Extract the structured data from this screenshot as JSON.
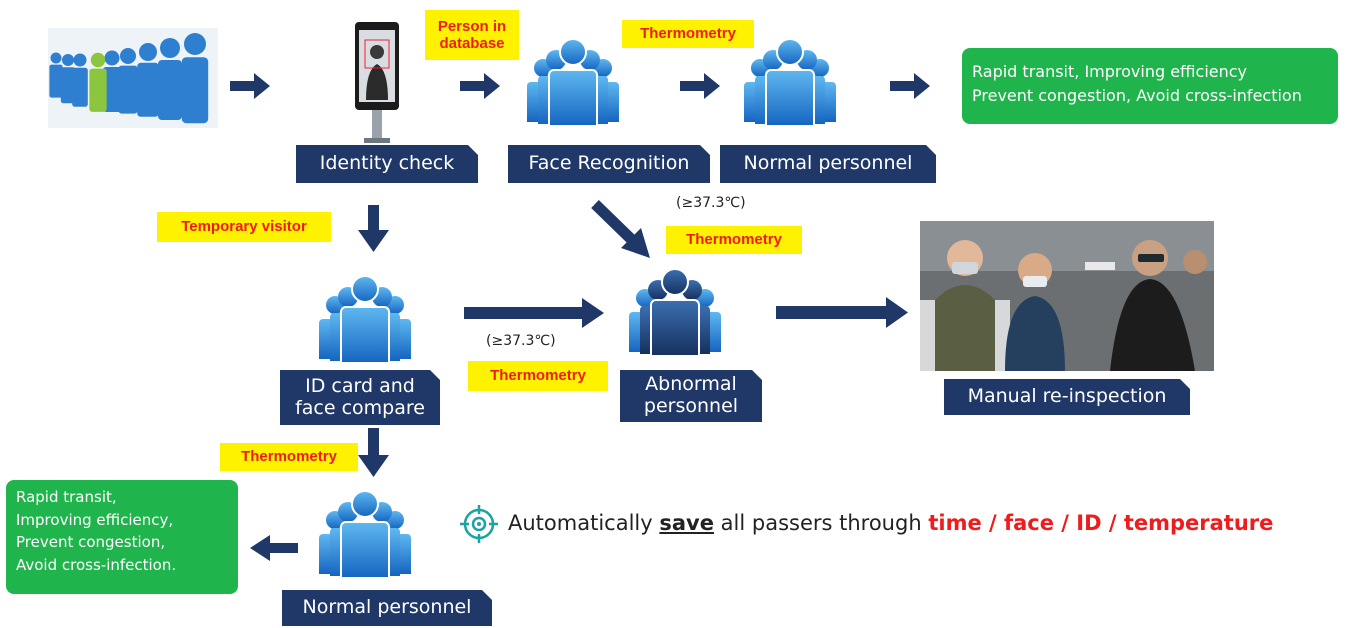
{
  "boxes": {
    "identity_check": "Identity check",
    "face_recognition": "Face Recognition",
    "normal_personnel_top": "Normal personnel",
    "id_card_line1": "ID card and",
    "id_card_line2": "face compare",
    "abnormal_line1": "Abnormal",
    "abnormal_line2": "personnel",
    "manual_reinspection": "Manual re-inspection",
    "normal_personnel_bottom": "Normal personnel"
  },
  "tags": {
    "person_in_db_line1": "Person in",
    "person_in_db_line2": "database",
    "thermometry_top": "Thermometry",
    "temporary_visitor": "Temporary visitor",
    "thermometry_mid": "Thermometry",
    "thermometry_center": "Thermometry",
    "thermometry_bottom": "Thermometry"
  },
  "notes": {
    "threshold_1": "(≥37.3℃)",
    "threshold_2": "(≥37.3℃)"
  },
  "outcomes": {
    "top_line1": "Rapid transit, Improving efficiency",
    "top_line2": "Prevent congestion, Avoid cross-infection",
    "bottom_line1": "Rapid transit,",
    "bottom_line2": "Improving efficiency,",
    "bottom_line3": "Prevent congestion,",
    "bottom_line4": "Avoid cross-infection."
  },
  "footer": {
    "prefix": "Automatically",
    "save_word": "save",
    "middle": "all passers through",
    "item_time": "time",
    "sep1": " / ",
    "item_face": "face",
    "sep2": " / ",
    "item_id": "ID",
    "sep3": " / ",
    "item_temperature": "temperature"
  },
  "colors": {
    "navy": "#1f3868",
    "person_blue": "#2a8fd6",
    "highlight_yellow": "#fff200",
    "alert_red": "#ee1c1c",
    "outcome_green": "#1fb54c",
    "footer_icon_teal": "#1aa3a0"
  },
  "icons": [
    "people-group-icon",
    "face-terminal-icon",
    "target-icon",
    "arrow-icon"
  ]
}
